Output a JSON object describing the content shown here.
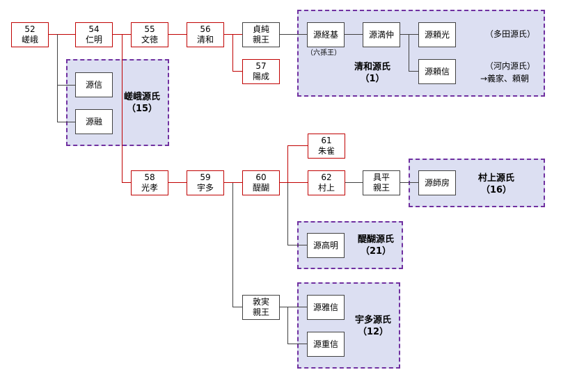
{
  "emperors": [
    {
      "id": "e52",
      "num": "52",
      "name": "嵯峨"
    },
    {
      "id": "e54",
      "num": "54",
      "name": "仁明"
    },
    {
      "id": "e55",
      "num": "55",
      "name": "文徳"
    },
    {
      "id": "e56",
      "num": "56",
      "name": "清和"
    },
    {
      "id": "e57",
      "num": "57",
      "name": "陽成"
    },
    {
      "id": "e58",
      "num": "58",
      "name": "光孝"
    },
    {
      "id": "e59",
      "num": "59",
      "name": "宇多"
    },
    {
      "id": "e60",
      "num": "60",
      "name": "醍醐"
    },
    {
      "id": "e61",
      "num": "61",
      "name": "朱雀"
    },
    {
      "id": "e62",
      "num": "62",
      "name": "村上"
    }
  ],
  "princes": [
    {
      "id": "p_sadazumi",
      "line1": "貞純",
      "line2": "親王"
    },
    {
      "id": "p_tomohira",
      "line1": "具平",
      "line2": "親王"
    },
    {
      "id": "p_atsumi",
      "line1": "敦実",
      "line2": "親王"
    }
  ],
  "members": [
    {
      "id": "m_tsunemoto",
      "name": "源経基"
    },
    {
      "id": "m_mitsunaka",
      "name": "源満仲"
    },
    {
      "id": "m_yorimitsu",
      "name": "源頼光"
    },
    {
      "id": "m_yorinobu",
      "name": "源頼信"
    },
    {
      "id": "m_makoto",
      "name": "源信"
    },
    {
      "id": "m_toru",
      "name": "源融"
    },
    {
      "id": "m_morofusa",
      "name": "源師房"
    },
    {
      "id": "m_takaakira",
      "name": "源高明"
    },
    {
      "id": "m_masanobu",
      "name": "源雅信"
    },
    {
      "id": "m_shigenobu",
      "name": "源重信"
    }
  ],
  "clans": [
    {
      "id": "seiwa",
      "name": "清和源氏",
      "count": "（1）"
    },
    {
      "id": "saga",
      "name": "嵯峨源氏",
      "count": "（15）"
    },
    {
      "id": "murakami",
      "name": "村上源氏",
      "count": "（16）"
    },
    {
      "id": "daigo",
      "name": "醍醐源氏",
      "count": "（21）"
    },
    {
      "id": "uda",
      "name": "宇多源氏",
      "count": "（12）"
    }
  ],
  "notes": {
    "rokuson": "（六孫王）",
    "tada": "（多田源氏）",
    "kawachi": "（河内源氏）",
    "kawachi_desc": "→義家、頼朝"
  },
  "colors": {
    "emperor_border": "#c00000",
    "member_border": "#404040",
    "group_fill": "#dcdff2",
    "group_border": "#7030a0",
    "line_emperor": "#c00000",
    "line_member": "#404040"
  }
}
